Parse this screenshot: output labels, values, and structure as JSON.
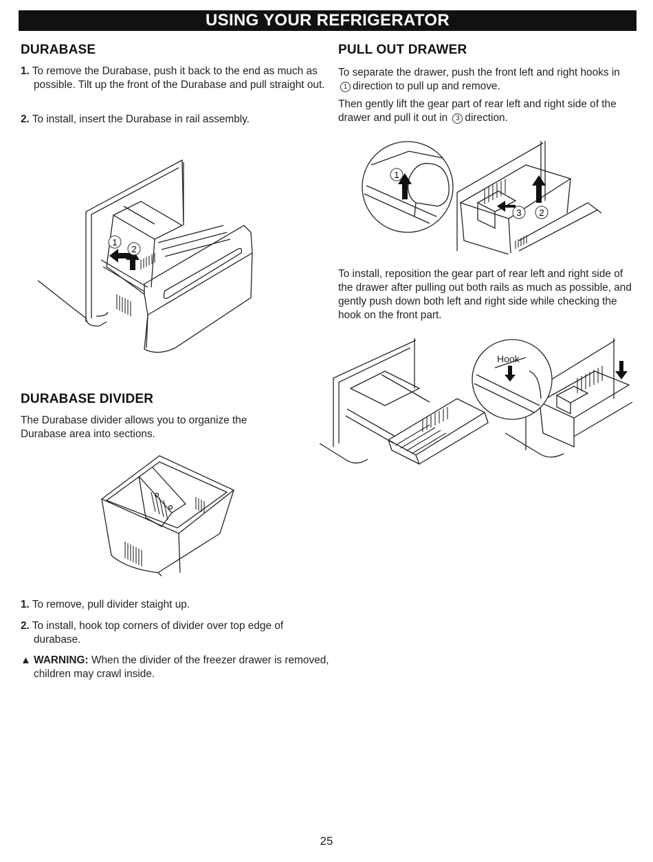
{
  "header": {
    "title": "USING YOUR REFRIGERATOR"
  },
  "durabase": {
    "heading": "DURABASE",
    "steps": [
      {
        "num": "1.",
        "text": "To remove the Durabase, push it back to the end as much as possible. Tilt up the front of the Durabase and pull straight out."
      },
      {
        "num": "2.",
        "text": "To install, insert the Durabase in rail assembly."
      }
    ],
    "figure_callouts": [
      "1",
      "2"
    ]
  },
  "divider": {
    "heading": "DURABASE DIVIDER",
    "intro": "The Durabase divider allows you to organize the Durabase area into sections.",
    "steps": [
      {
        "num": "1.",
        "text": "To remove, pull divider staight up."
      },
      {
        "num": "2.",
        "text": "To install, hook top corners of divider over top edge of durabase."
      }
    ],
    "warning_icon": "warning-triangle-icon",
    "warning_label": "WARNING:",
    "warning_text": "When the divider of the freezer drawer is removed, children may crawl inside."
  },
  "pullout": {
    "heading": "PULL OUT DRAWER",
    "para1_before": "To separate the drawer, push the front left and right hooks in",
    "para1_num": "1",
    "para1_after": "direction to pull up and remove.",
    "para2_before": "Then gently lift the gear part of rear left and right side of the drawer and pull it out in",
    "para2_num": "3",
    "para2_after": "direction.",
    "figure_callouts": [
      "1",
      "2",
      "3"
    ],
    "install_text": "To install, reposition the gear part of rear left and right side of the drawer after pulling out both rails as much as possible, and gently push down both left and right side while checking the hook on the front part.",
    "hook_label": "Hook"
  },
  "footer": {
    "page_number": "25"
  }
}
